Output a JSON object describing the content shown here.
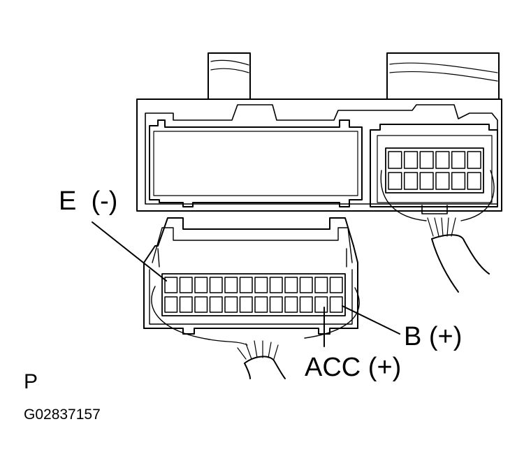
{
  "colors": {
    "ink": "#000000",
    "paper": "#ffffff"
  },
  "labels": {
    "ground_terminal": "E  (-)",
    "battery_terminal": "B (+)",
    "accessory_terminal": "ACC (+)",
    "view_marker": "P",
    "figure_code": "G02837157"
  },
  "connector_grid": {
    "rows": 2,
    "columns": 12
  },
  "small_connector_grid": {
    "rows": 2,
    "columns": 6
  }
}
